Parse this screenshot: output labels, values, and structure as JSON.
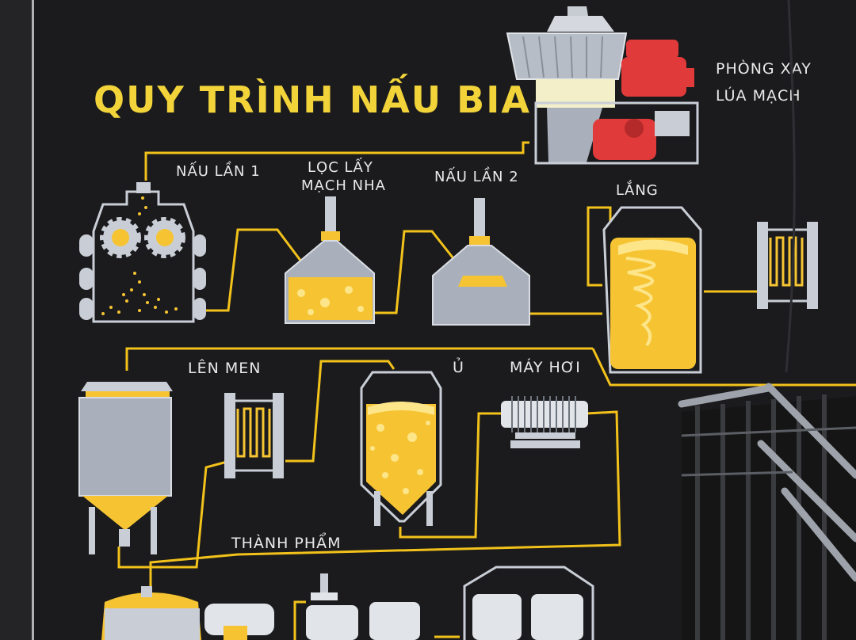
{
  "title": "QUY TRÌNH NẤU BIA",
  "labels": {
    "milling_room_line1": "PHÒNG XAY",
    "milling_room_line2": "LÚA MẠCH",
    "first_boil": "NẤU LẦN 1",
    "malt_filter_line1": "LỌC LẤY",
    "malt_filter_line2": "MẠCH NHA",
    "second_boil": "NẤU LẦN 2",
    "settling": "LẮNG",
    "fermentation": "LÊN MEN",
    "conditioning": "Ủ",
    "steam_machine": "MÁY HƠI",
    "finished_product": "THÀNH PHẨM"
  },
  "colors": {
    "background": "#1b1b1d",
    "pipe": "#f2c21b",
    "beer": "#f6c432",
    "metal": "#a9b0bb",
    "outline": "#c9ced6",
    "mill_red": "#e03a3a",
    "text": "#e9e9ea",
    "title": "#f2d43a"
  }
}
